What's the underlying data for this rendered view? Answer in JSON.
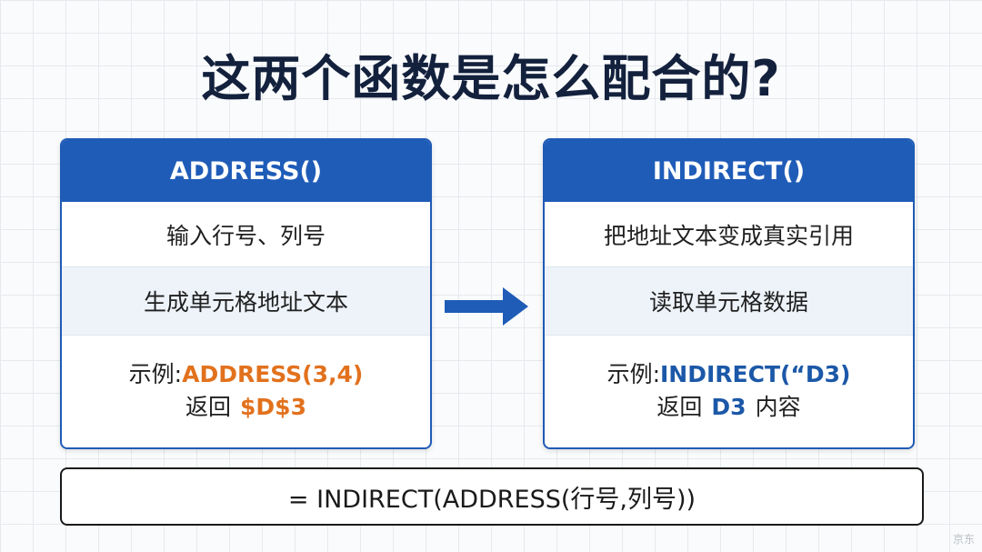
{
  "title": "这两个函数是怎么配合的?",
  "left_card": {
    "header": "ADDRESS()",
    "row1": "输入行号、列号",
    "row2": "生成单元格地址文本",
    "example_label": "示例:",
    "example_value": "ADDRESS(3,4)",
    "return_label": "返回",
    "return_value": "$D$3"
  },
  "right_card": {
    "header": "INDIRECT()",
    "row1": "把地址文本变成真实引用",
    "row2": "读取单元格数据",
    "example_label": "示例:",
    "example_value": "INDIRECT(“D3)",
    "return_label": "返回",
    "return_value": "D3",
    "return_suffix": "内容"
  },
  "formula": "= INDIRECT(ADDRESS(行号,列号))",
  "watermark": "京东",
  "colors": {
    "header_blue": "#1f5cb8",
    "arrow_blue": "#1f5cb8",
    "accent_orange": "#e2711d",
    "accent_blue": "#1c58a8",
    "title": "#13213d"
  },
  "icons": {
    "connector": "right-arrow-icon"
  }
}
